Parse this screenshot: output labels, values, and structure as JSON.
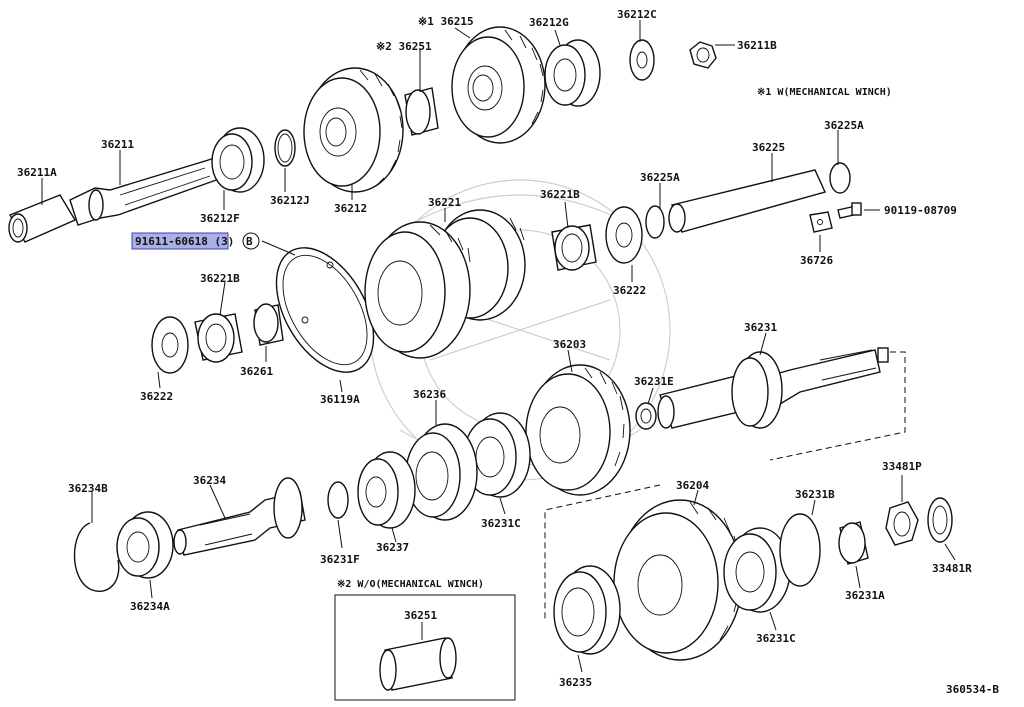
{
  "diagram_id": "360534-B",
  "notes": {
    "note1": "※1 W(MECHANICAL WINCH)",
    "note2": "※2 W/O(MECHANICAL WINCH)"
  },
  "highlight": {
    "part_number": "91611-60618 (3)",
    "callout": "B"
  },
  "labels": {
    "l36215": "※1 36215",
    "l36251a": "※2 36251",
    "l36212G": "36212G",
    "l36212C": "36212C",
    "l36211B": "36211B",
    "l36211": "36211",
    "l36211A": "36211A",
    "l36212F": "36212F",
    "l36212J": "36212J",
    "l36212": "36212",
    "l36225A_top": "36225A",
    "l36225": "36225",
    "l36225A_mid": "36225A",
    "l36221B_right": "36221B",
    "l36221": "36221",
    "l90119": "90119-08709",
    "l36726": "36726",
    "l36222_right": "36222",
    "l36221B_left": "36221B",
    "l36222_left": "36222",
    "l36261": "36261",
    "l36119A": "36119A",
    "l36231": "36231",
    "l36203": "36203",
    "l36231E": "36231E",
    "l36236": "36236",
    "l36234B": "36234B",
    "l36234": "36234",
    "l36234A": "36234A",
    "l36237": "36237",
    "l36231F": "36231F",
    "l36231C_mid": "36231C",
    "l36204": "36204",
    "l36231B": "36231B",
    "l33481P": "33481P",
    "l33481R": "33481R",
    "l36231A": "36231A",
    "l36231C_bot": "36231C",
    "l36235": "36235",
    "l36251b": "36251"
  }
}
